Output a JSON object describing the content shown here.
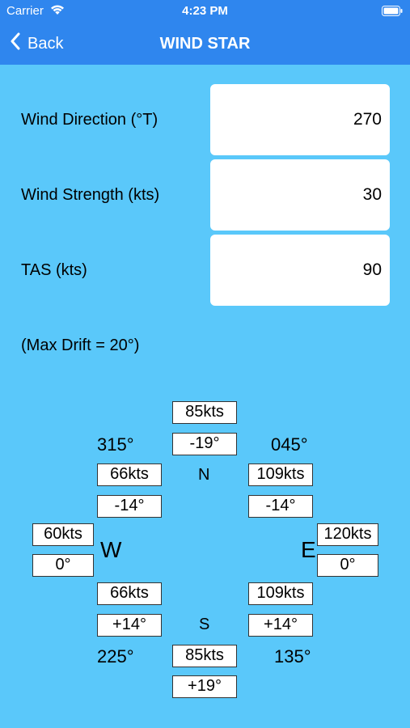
{
  "status_bar": {
    "carrier": "Carrier",
    "time": "4:23 PM"
  },
  "nav": {
    "back_label": "Back",
    "title": "WIND STAR"
  },
  "inputs": [
    {
      "label": "Wind Direction (°T)",
      "value": "270"
    },
    {
      "label": "Wind Strength (kts)",
      "value": "30"
    },
    {
      "label": "TAS (kts)",
      "value": "90"
    }
  ],
  "max_drift": "(Max Drift = 20°)",
  "wind_star": {
    "north": {
      "ground_speed": "85kts",
      "drift": "-19°"
    },
    "northeast": {
      "heading": "045°",
      "ground_speed": "109kts",
      "drift": "-14°"
    },
    "east": {
      "ground_speed": "120kts",
      "drift": "0°"
    },
    "southeast": {
      "heading": "135°",
      "ground_speed": "109kts",
      "drift": "+14°"
    },
    "south": {
      "ground_speed": "85kts",
      "drift": "+19°"
    },
    "southwest": {
      "heading": "225°",
      "ground_speed": "66kts",
      "drift": "+14°"
    },
    "west": {
      "ground_speed": "60kts",
      "drift": "0°"
    },
    "northwest": {
      "heading": "315°",
      "ground_speed": "66kts",
      "drift": "-14°"
    },
    "labels": {
      "n": "N",
      "e": "E",
      "s": "S",
      "w": "W"
    }
  }
}
